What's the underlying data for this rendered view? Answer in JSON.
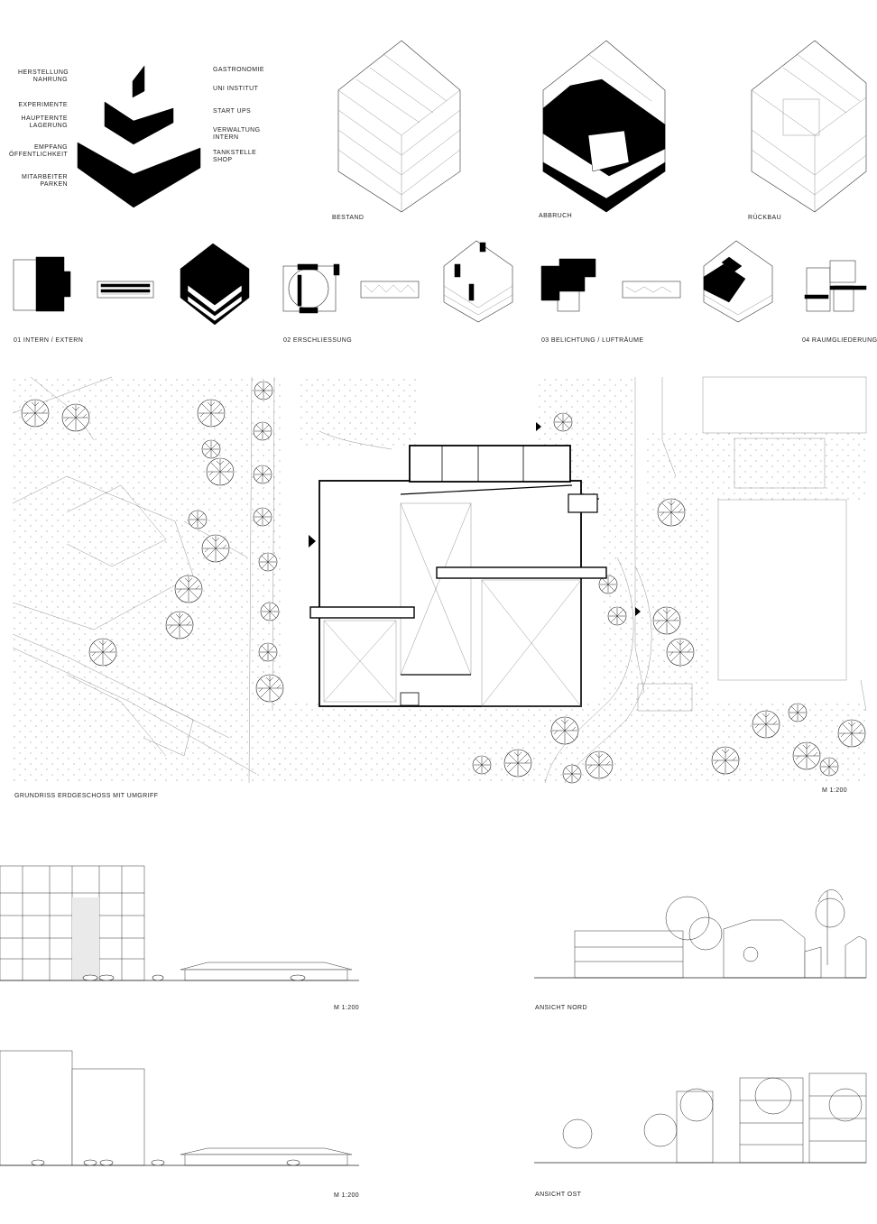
{
  "concept": {
    "left_labels": [
      "HERSTELLUNG\nNAHRUNG",
      "EXPERIMENTE",
      "HAUPTERNTE\nLAGERUNG",
      "EMPFANG\nÖFFENTLICHKEIT",
      "MITARBEITER\nPARKEN"
    ],
    "right_labels": [
      "GASTRONOMIE",
      "UNI INSTITUT",
      "START UPS",
      "VERWALTUNG\nINTERN",
      "TANKSTELLE\nSHOP"
    ]
  },
  "axos": {
    "labels": [
      "BESTAND",
      "ABBRUCH",
      "RÜCKBAU"
    ]
  },
  "strategies": {
    "labels": [
      "01  INTERN / EXTERN",
      "02  ERSCHLIESSUNG",
      "03  BELICHTUNG / LUFTRÄUME",
      "04  RAUMGLIEDERUNG"
    ]
  },
  "plan": {
    "title": "GRUNDRISS ERDGESCHOSS MIT UMGRIFF",
    "scale": "M 1:200"
  },
  "elevations": {
    "row1_left_scale": "M 1:200",
    "row1_right_title": "ANSICHT NORD",
    "row2_left_scale": "M 1:200",
    "row2_right_title": "ANSICHT OST"
  },
  "colors": {
    "ink": "#000000",
    "paper": "#ffffff"
  }
}
